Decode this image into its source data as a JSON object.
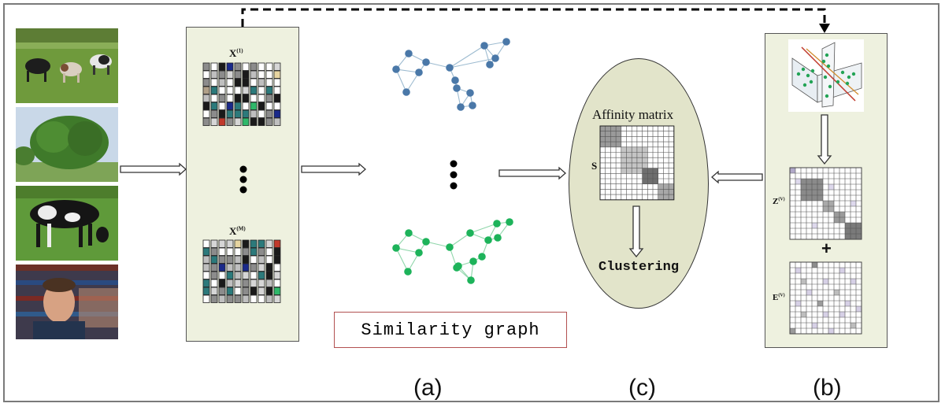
{
  "images": [
    {
      "name": "cows-photo"
    },
    {
      "name": "tree-photo"
    },
    {
      "name": "grazing-cow-photo"
    },
    {
      "name": "person-photo"
    }
  ],
  "feature_panel": {
    "top_label": "X",
    "top_sup": "(1)",
    "bottom_label": "X",
    "bottom_sup": "(M)"
  },
  "similarity_box": {
    "label": "Similarity graph"
  },
  "ellipse": {
    "affinity_label": "Affinity matrix",
    "s_label": "S",
    "clustering_label": "Clustering"
  },
  "right_panel": {
    "z_label": "Z",
    "z_sup": "(V)",
    "e_label": "E",
    "e_sup": "(V)",
    "plus": "+"
  },
  "part_labels": {
    "a": "(a)",
    "c": "(c)",
    "b": "(b)"
  },
  "colors": {
    "panel_bg": "#eef1df",
    "blue_node": "#4a78a8",
    "green_node": "#1db35a",
    "ellipse_bg": "#e2e4ca",
    "box_border": "#b25050"
  }
}
